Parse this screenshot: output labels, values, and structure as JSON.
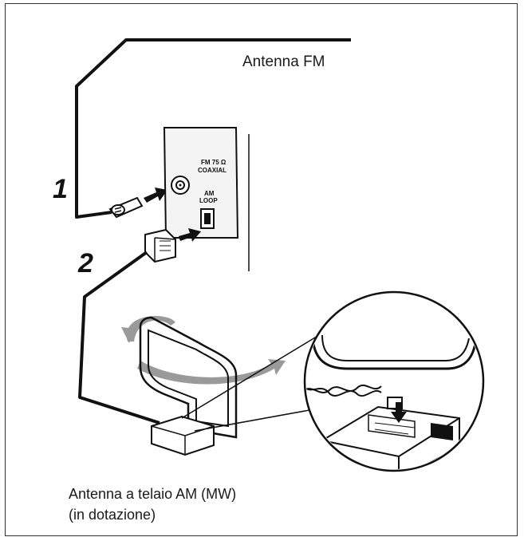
{
  "labels": {
    "fm_antenna": "Antenna FM",
    "am_antenna_line1": "Antenna a telaio AM (MW)",
    "am_antenna_line2": "(in dotazione)",
    "step1": "1",
    "step2": "2"
  },
  "panel": {
    "fm_jack_line1": "FM 75 Ω",
    "fm_jack_line2": "COAXIAL",
    "am_jack_line1": "AM",
    "am_jack_line2": "LOOP"
  },
  "colors": {
    "line": "#111111",
    "arrow_gray": "#9a9a9a",
    "panel_fill": "#f4f4f4",
    "background": "#ffffff"
  }
}
